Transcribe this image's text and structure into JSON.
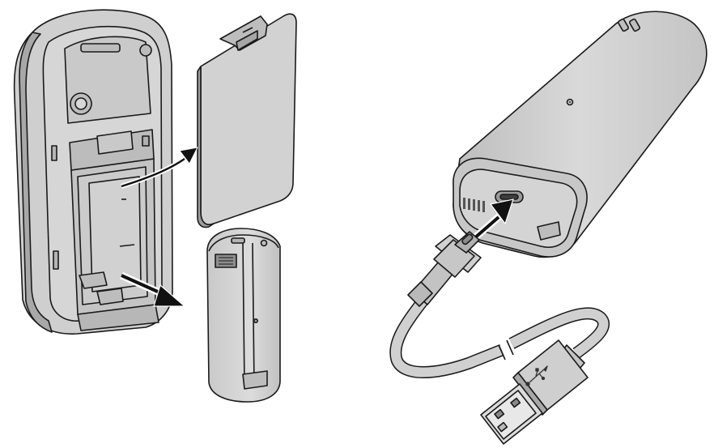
{
  "figure": {
    "panels": [
      {
        "id": "battery-removal",
        "parts": [
          "device-back",
          "battery-cover",
          "battery-pack"
        ],
        "arrows": [
          "cover-lift-arrow",
          "battery-pull-arrow"
        ]
      },
      {
        "id": "battery-charging",
        "parts": [
          "battery-pack-charging",
          "usb-cable",
          "usb-a-plug",
          "usb-c-plug"
        ],
        "arrows": [
          "insert-plug-arrow"
        ]
      }
    ],
    "colors": {
      "body_fill": "#d2d2d2",
      "body_dark": "#a9a9a9",
      "cavity_fill": "#c6c6c6",
      "outline": "#1a1a1a",
      "arrow": "#111111",
      "background": "#ffffff"
    },
    "icons": [
      "usb-symbol-icon"
    ]
  }
}
